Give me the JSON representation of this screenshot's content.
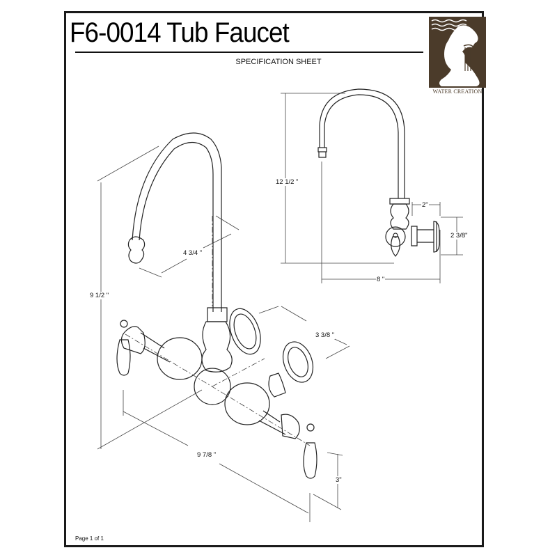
{
  "document": {
    "title": "F6-0014 Tub Faucet",
    "subtitle": "SPECIFICATION SHEET",
    "footer": "Page 1 of 1"
  },
  "brand": {
    "name": "WATER CREATION",
    "logo_icon": "kneeling-figure-harp-logo",
    "color": "#4b3b2a"
  },
  "side_view": {
    "dimensions": {
      "height": "12 1/2 \"",
      "width": "8 \"",
      "wall_offset": "2\"",
      "flange_diameter": "2 3/8\""
    }
  },
  "isometric_view": {
    "dimensions": {
      "height": "9 1/2 \"",
      "spout_reach": "4 3/4 \"",
      "depth": "3 3/8 \"",
      "width": "9 7/8 \"",
      "handle_height": "3\""
    }
  }
}
